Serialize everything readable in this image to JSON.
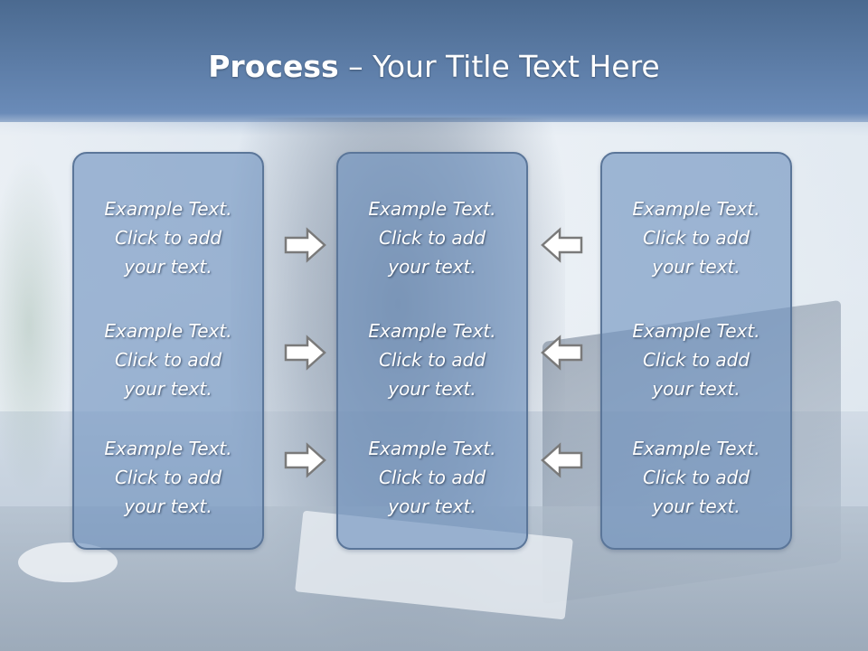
{
  "slide": {
    "title_bold": "Process",
    "title_rest": " – Your Title Text Here"
  },
  "columns": [
    {
      "items": [
        {
          "line1": "Example Text.",
          "line2": "Click  to add",
          "line3": "your text."
        },
        {
          "line1": "Example Text.",
          "line2": "Click  to add",
          "line3": "your text."
        },
        {
          "line1": "Example Text.",
          "line2": "Click  to add",
          "line3": "your text."
        }
      ]
    },
    {
      "items": [
        {
          "line1": "Example Text.",
          "line2": "Click  to add",
          "line3": "your text."
        },
        {
          "line1": "Example Text.",
          "line2": "Click  to add",
          "line3": "your text."
        },
        {
          "line1": "Example Text.",
          "line2": "Click  to add",
          "line3": "your text."
        }
      ]
    },
    {
      "items": [
        {
          "line1": "Example Text.",
          "line2": "Click  to add",
          "line3": "your text."
        },
        {
          "line1": "Example Text.",
          "line2": "Click  to add",
          "line3": "your text."
        },
        {
          "line1": "Example Text.",
          "line2": "Click  to add",
          "line3": "your text."
        }
      ]
    }
  ],
  "icons": {
    "left_arrows": "arrow-right-icon",
    "right_arrows": "arrow-left-icon"
  },
  "colors": {
    "panel_fill": "#6e91be",
    "panel_border": "#5b7699",
    "title_bar": "#4b6a90",
    "text": "#ffffff"
  }
}
